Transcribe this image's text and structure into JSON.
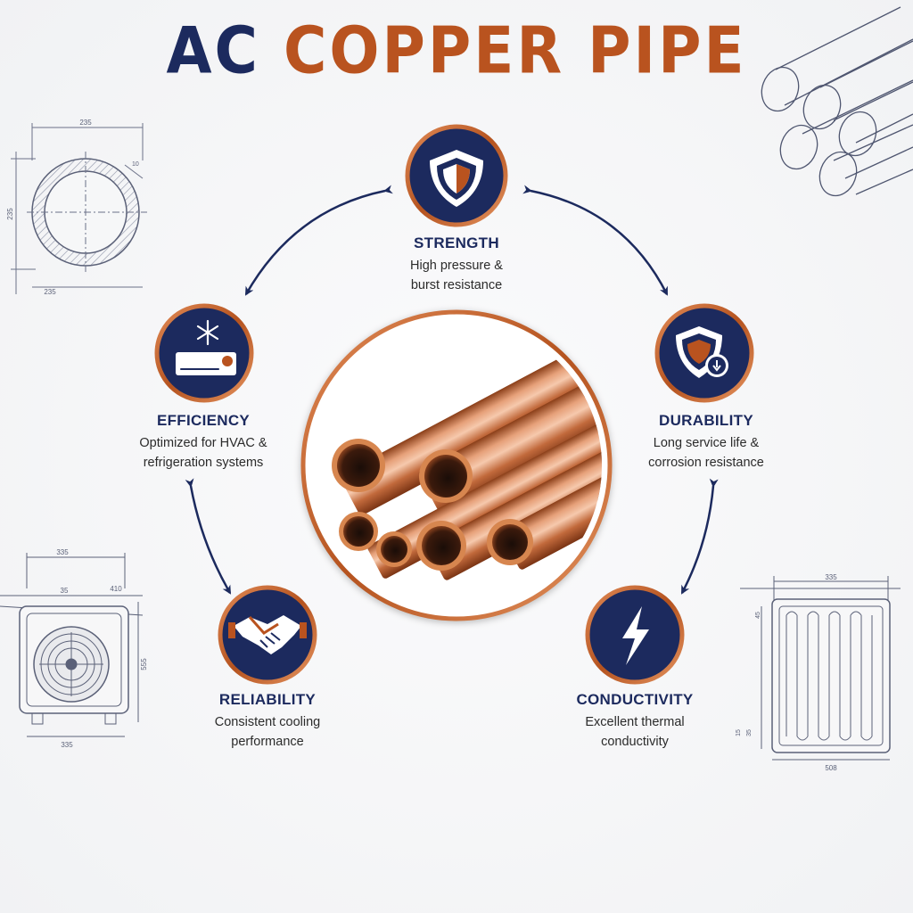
{
  "title": {
    "part1": "AC",
    "part2": "COPPER PIPE"
  },
  "colors": {
    "navy": "#1c2a5e",
    "copper": "#b9531f",
    "ring": "#c8642e"
  },
  "features": [
    {
      "id": "strength",
      "icon": "shield-icon",
      "title": "STRENGTH",
      "desc": [
        "High pressure &",
        "burst resistance"
      ]
    },
    {
      "id": "efficiency",
      "icon": "ac-snowflake-icon",
      "title": "EFFICIENCY",
      "desc": [
        "Optimized for HVAC &",
        "refrigeration systems"
      ]
    },
    {
      "id": "durability",
      "icon": "shield-clock-icon",
      "title": "DURABILITY",
      "desc": [
        "Long service life &",
        "corrosion resistance"
      ]
    },
    {
      "id": "reliability",
      "icon": "handshake-icon",
      "title": "RELIABILITY",
      "desc": [
        "Consistent cooling",
        "performance"
      ]
    },
    {
      "id": "conductivity",
      "icon": "lightning-bolt-icon",
      "title": "CONDUCTIVITY",
      "desc": [
        "Excellent thermal",
        "conductivity"
      ]
    }
  ],
  "sketches": {
    "pipe_section": {
      "top": "235",
      "left": "235",
      "bottom": "235",
      "side": "10"
    },
    "outdoor_unit": {
      "top": "335",
      "sub1": "35",
      "sub2": "410",
      "side": "555",
      "bottom": "335"
    },
    "coil": {
      "top": "335",
      "side1": "45",
      "side2": "15",
      "side3": "35",
      "bottom": "508"
    }
  }
}
